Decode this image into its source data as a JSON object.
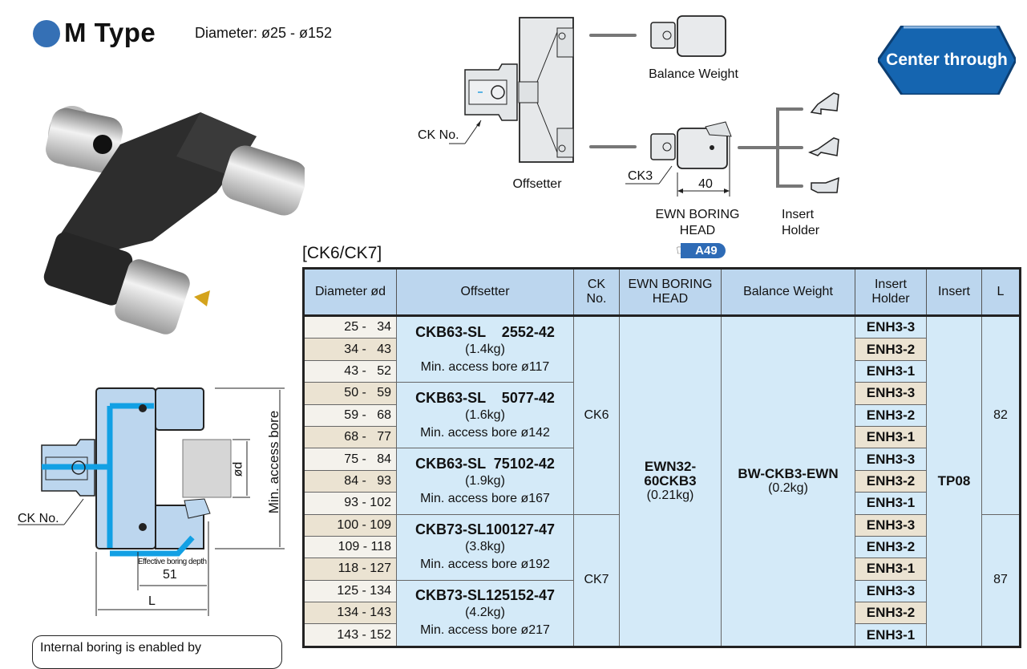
{
  "header": {
    "title": "M Type",
    "subtitle": "Diameter: ø25 - ø152"
  },
  "badge": {
    "label": "Center through",
    "color": "#1565b0"
  },
  "diagram": {
    "offsetter_label": "Offsetter",
    "ck_no_label": "CK No.",
    "balance_weight_label": "Balance Weight",
    "ck3_label": "CK3",
    "dim_40": "40",
    "boring_head_label_line1": "EWN BORING",
    "boring_head_label_line2": "HEAD",
    "insert_holder_line1": "Insert",
    "insert_holder_line2": "Holder",
    "page_ref": "A49"
  },
  "section_diagram": {
    "ck_no_label": "CK No.",
    "od_label": "ød",
    "min_access_bore_label": "Min. access bore",
    "effective_depth_label": "Effective boring depth",
    "effective_depth_value": "51",
    "length_label": "L"
  },
  "note": {
    "text": "Internal boring is enabled by"
  },
  "table": {
    "caption": "[CK6/CK7]",
    "headers": {
      "diameter": "Diameter ød",
      "offsetter": "Offsetter",
      "ck_no_1": "CK",
      "ck_no_2": "No.",
      "head_1": "EWN BORING",
      "head_2": "HEAD",
      "balance": "Balance Weight",
      "holder_1": "Insert",
      "holder_2": "Holder",
      "insert": "Insert",
      "l": "L"
    },
    "rows": [
      {
        "dia": "25 -   34",
        "holder": "ENH3-3"
      },
      {
        "dia": "34 -   43",
        "holder": "ENH3-2"
      },
      {
        "dia": "43 -   52",
        "holder": "ENH3-1"
      },
      {
        "dia": "50 -   59",
        "holder": "ENH3-3"
      },
      {
        "dia": "59 -   68",
        "holder": "ENH3-2"
      },
      {
        "dia": "68 -   77",
        "holder": "ENH3-1"
      },
      {
        "dia": "75 -   84",
        "holder": "ENH3-3"
      },
      {
        "dia": "84 -   93",
        "holder": "ENH3-2"
      },
      {
        "dia": "93 - 102",
        "holder": "ENH3-1"
      },
      {
        "dia": "100 - 109",
        "holder": "ENH3-3"
      },
      {
        "dia": "109 - 118",
        "holder": "ENH3-2"
      },
      {
        "dia": "118 - 127",
        "holder": "ENH3-1"
      },
      {
        "dia": "125 - 134",
        "holder": "ENH3-3"
      },
      {
        "dia": "134 - 143",
        "holder": "ENH3-2"
      },
      {
        "dia": "143 - 152",
        "holder": "ENH3-1"
      }
    ],
    "offsetters": [
      {
        "code": "CKB63-SL    2552-42",
        "weight": "(1.4kg)",
        "bore": "Min. access bore ø117"
      },
      {
        "code": "CKB63-SL    5077-42",
        "weight": "(1.6kg)",
        "bore": "Min. access bore ø142"
      },
      {
        "code": "CKB63-SL  75102-42",
        "weight": "(1.9kg)",
        "bore": "Min. access bore ø167"
      },
      {
        "code": "CKB73-SL100127-47",
        "weight": "(3.8kg)",
        "bore": "Min. access bore ø192"
      },
      {
        "code": "CKB73-SL125152-47",
        "weight": "(4.2kg)",
        "bore": "Min. access bore ø217"
      }
    ],
    "ck_no": [
      "CK6",
      "CK7"
    ],
    "boring_head": {
      "line1": "EWN32-",
      "line2": "60CKB3",
      "weight": "(0.21kg)"
    },
    "balance_weight": {
      "code": "BW-CKB3-EWN",
      "weight": "(0.2kg)"
    },
    "insert": "TP08",
    "l_values": [
      "82",
      "87"
    ]
  }
}
